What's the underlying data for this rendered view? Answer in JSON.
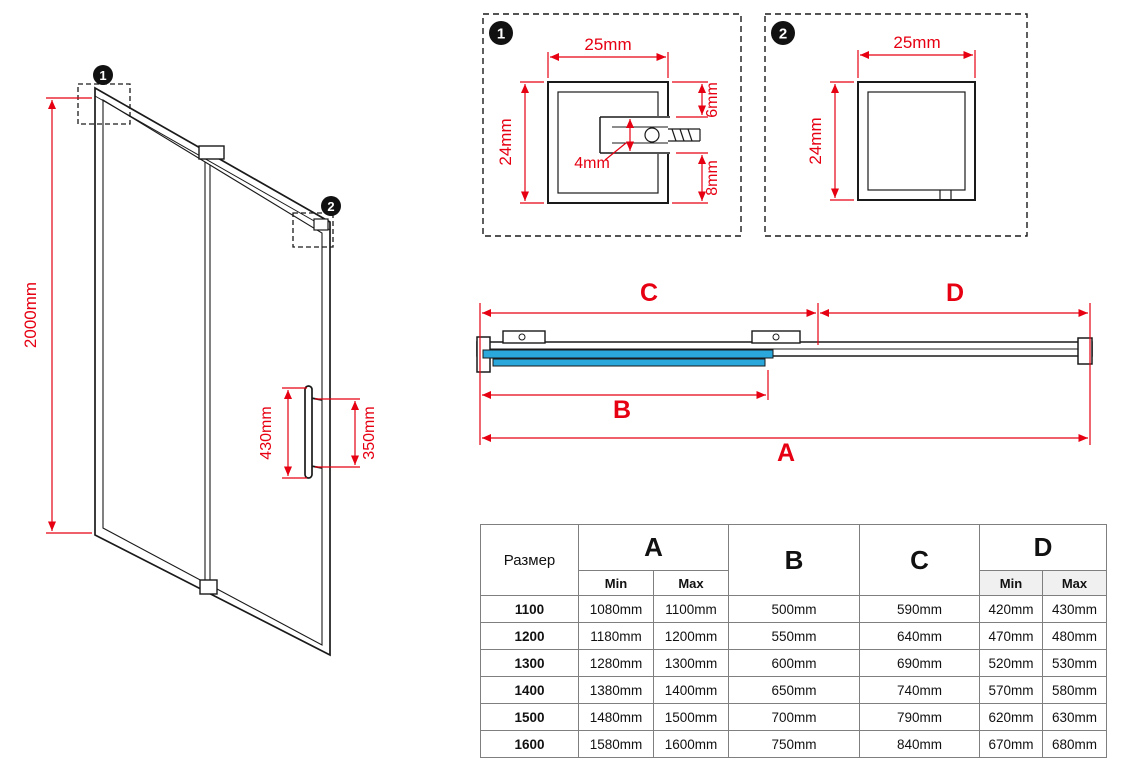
{
  "colors": {
    "accent_red": "#e60012",
    "glass_blue": "#2aa8dc",
    "line_black": "#1a1a1a",
    "table_header_bg": "#f0f0f0"
  },
  "door_view": {
    "marker1": "1",
    "marker2": "2",
    "height": "2000mm",
    "handle_height": "430mm",
    "handle_spacing": "350mm"
  },
  "detail1": {
    "marker": "1",
    "width": "25mm",
    "height": "24mm",
    "lip_top": "6mm",
    "slot": "4mm",
    "lip_bottom": "8mm"
  },
  "detail2": {
    "marker": "2",
    "width": "25mm",
    "height": "24mm"
  },
  "section": {
    "dim_a": "A",
    "dim_b": "B",
    "dim_c": "C",
    "dim_d": "D"
  },
  "table": {
    "size_header": "Размер",
    "col_a": "A",
    "col_b": "B",
    "col_c": "C",
    "col_d": "D",
    "min": "Min",
    "max": "Max",
    "rows": [
      [
        "1100",
        "1080mm",
        "1100mm",
        "500mm",
        "590mm",
        "420mm",
        "430mm"
      ],
      [
        "1200",
        "1180mm",
        "1200mm",
        "550mm",
        "640mm",
        "470mm",
        "480mm"
      ],
      [
        "1300",
        "1280mm",
        "1300mm",
        "600mm",
        "690mm",
        "520mm",
        "530mm"
      ],
      [
        "1400",
        "1380mm",
        "1400mm",
        "650mm",
        "740mm",
        "570mm",
        "580mm"
      ],
      [
        "1500",
        "1480mm",
        "1500mm",
        "700mm",
        "790mm",
        "620mm",
        "630mm"
      ],
      [
        "1600",
        "1580mm",
        "1600mm",
        "750mm",
        "840mm",
        "670mm",
        "680mm"
      ]
    ]
  }
}
